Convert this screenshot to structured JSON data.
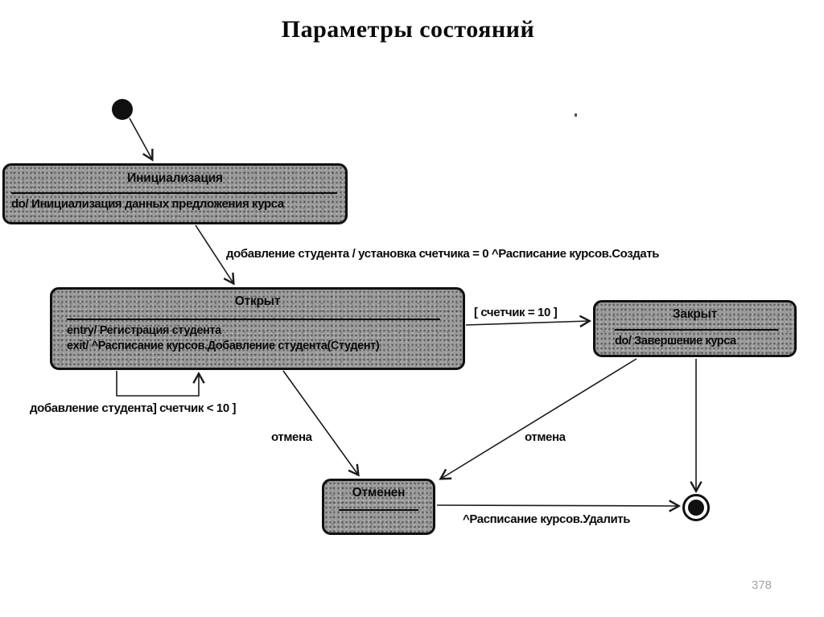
{
  "slide": {
    "title": "Параметры состояний",
    "page_number": "378"
  },
  "states": {
    "initialization": {
      "title": "Инициализация",
      "action": "do/ Инициализация данных предложения курса"
    },
    "open": {
      "title": "Открыт",
      "entry_action": "entry/ Регистрация студента",
      "exit_action": "exit/ ^Расписание курсов.Добавление студента(Студент)"
    },
    "closed": {
      "title": "Закрыт",
      "action": "do/ Завершение курса"
    },
    "cancelled": {
      "title": "Отменен"
    }
  },
  "transitions": {
    "initialization_to_open": "добавление студента / установка счетчика = 0 ^Расписание курсов.Создать",
    "open_self_loop": "добавление студента] счетчик < 10 ]",
    "open_to_closed_guard": "[ счетчик = 10 ]",
    "open_to_cancelled": "отмена",
    "closed_to_cancelled": "отмена",
    "cancelled_to_final": "^Расписание курсов.Удалить"
  },
  "colors": {
    "state_fill": "#9c9c9c",
    "line": "#1a1a1a",
    "page_number": "#a3a3a3"
  }
}
